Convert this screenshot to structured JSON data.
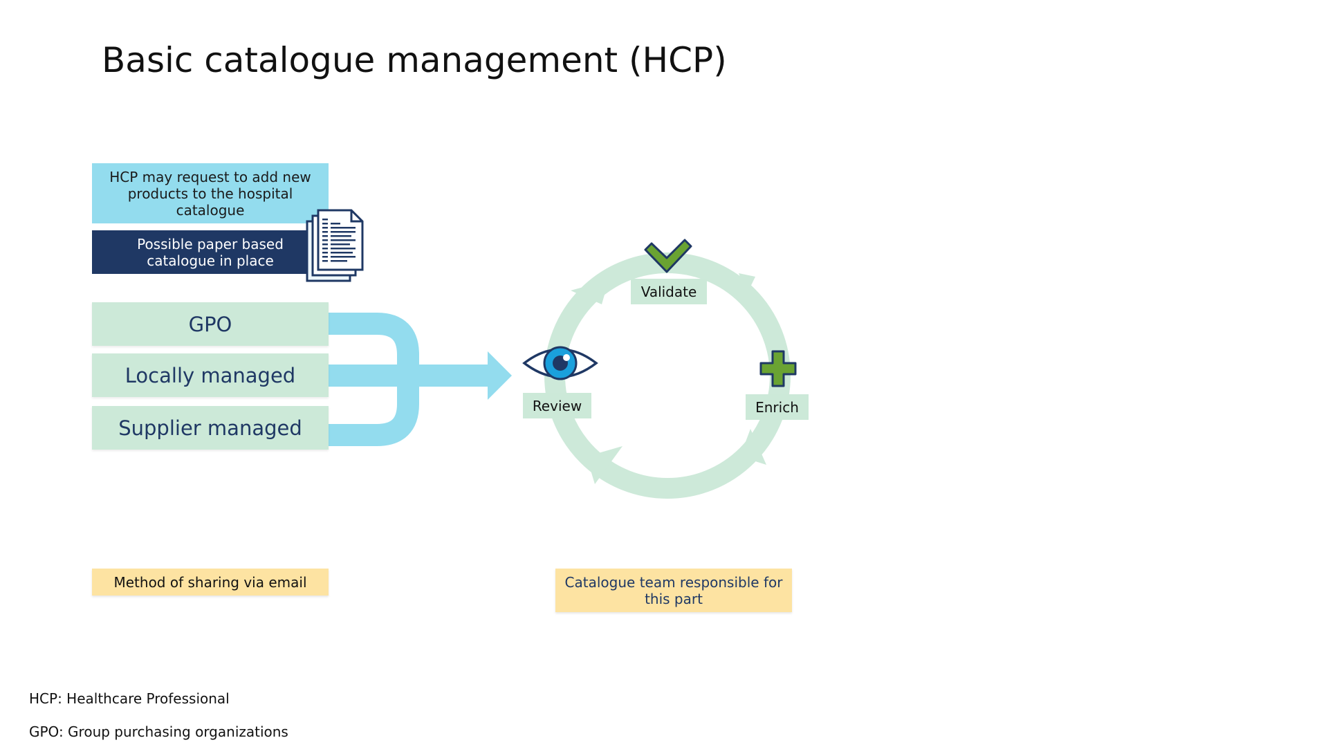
{
  "title": "Basic catalogue management (HCP)",
  "request_box": "HCP may request to add new products to the hospital catalogue",
  "paper_box": "Possible paper based catalogue in place",
  "sources": [
    "GPO",
    "Locally managed",
    "Supplier managed"
  ],
  "cycle": {
    "validate": "Validate",
    "review": "Review",
    "enrich": "Enrich"
  },
  "notes": {
    "email": "Method of sharing via email",
    "team": "Catalogue team responsible for this part"
  },
  "footnotes": [
    "HCP: Healthcare Professional",
    "GPO: Group purchasing organizations"
  ],
  "icons": {
    "document": "document-stack-icon",
    "check": "checkmark-icon",
    "eye": "eye-icon",
    "plus": "plus-icon"
  },
  "colors": {
    "light_blue": "#93dcee",
    "navy": "#1f3864",
    "mint": "#cce9d8",
    "cycle_ring": "#cde9d9",
    "yellow": "#fde3a2",
    "green": "#6aa332",
    "eye_blue": "#1aa0dc"
  }
}
